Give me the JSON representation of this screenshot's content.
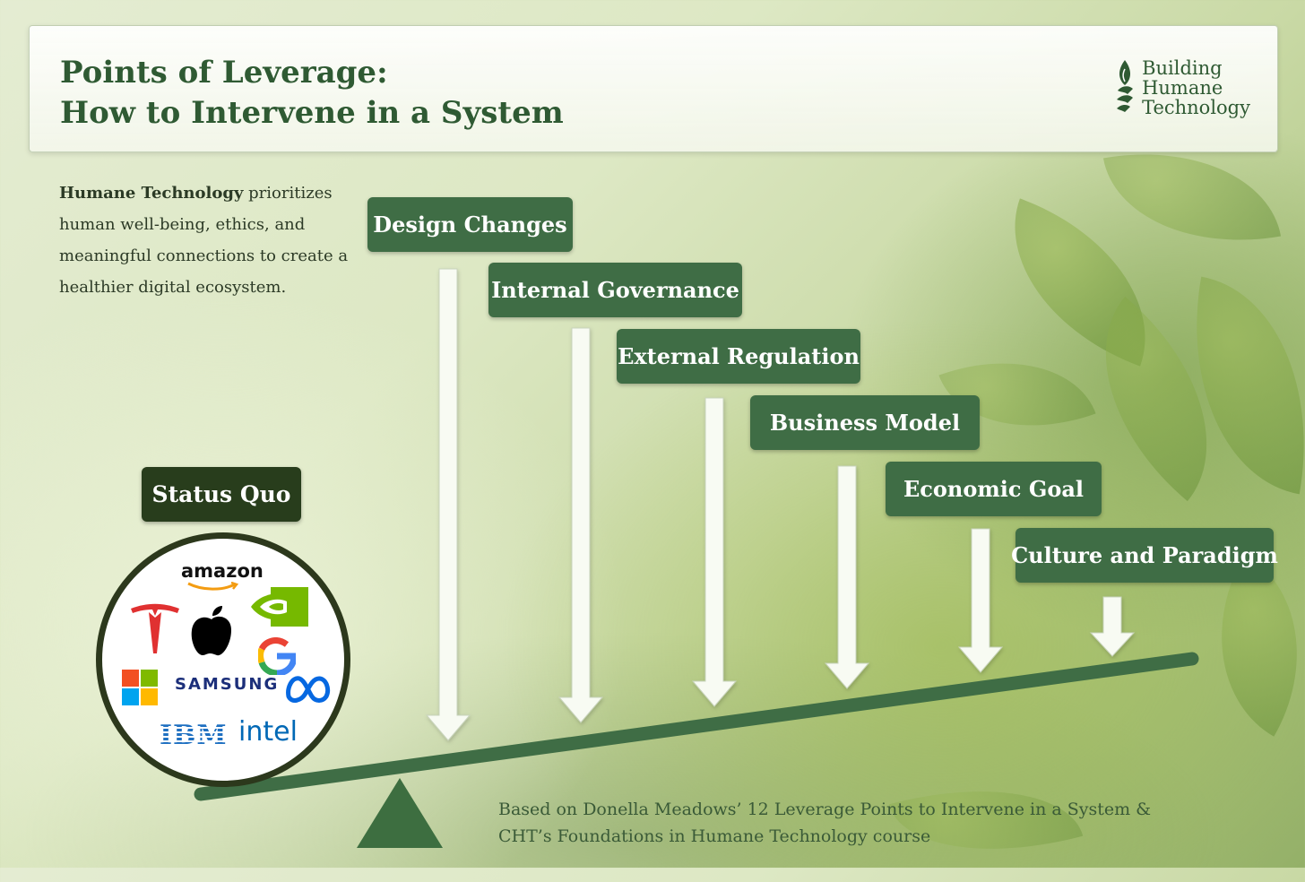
{
  "header": {
    "title_line1": "Points of Leverage:",
    "title_line2": "How to Intervene in a System",
    "brand_line1": "Building",
    "brand_line2": "Humane",
    "brand_line3": "Technology"
  },
  "intro": {
    "bold": "Humane Technology",
    "text": " prioritizes human well-being, ethics, and meaningful connections to create a healthier digital ecosystem."
  },
  "leverage_points": [
    "Design Changes",
    "Internal Governance",
    "External Regulation",
    "Business Model",
    "Economic Goal",
    "Culture and Paradigm"
  ],
  "status_quo": {
    "label": "Status Quo",
    "logos": {
      "amazon": "amazon",
      "samsung": "SAMSUNG",
      "ibm": "IBM",
      "intel": "intel"
    }
  },
  "footer": {
    "line1": "Based on Donella Meadows’ 12 Leverage Points to Intervene in a System &",
    "line2": "CHT’s Foundations in Humane Technology course"
  },
  "colors": {
    "label_bg": "#3f6d45",
    "status_bg": "#283d1c",
    "title": "#2f5a33",
    "lever": "#3f6d45"
  }
}
